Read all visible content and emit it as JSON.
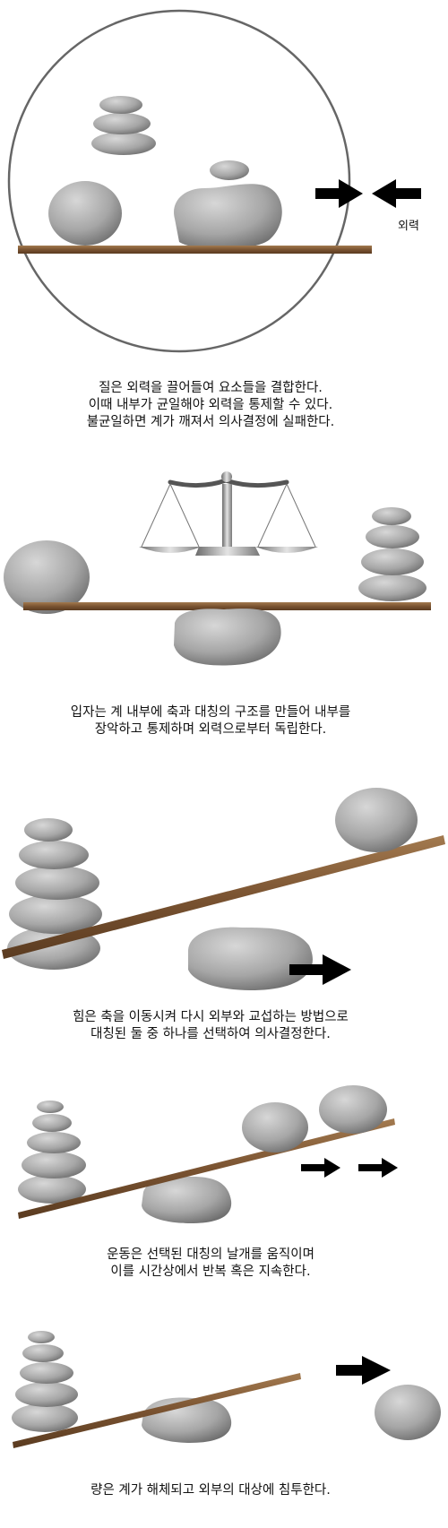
{
  "panels": [
    {
      "id": "mass",
      "external_force_label": "외력",
      "caption": [
        "질은 외력을 끌어들여 요소들을 결합한다.",
        "이때 내부가 균일해야 외력을 통제할 수 있다.",
        "불균일하면 계가 깨져서 의사결정에 실패한다."
      ]
    },
    {
      "id": "particle",
      "caption": [
        "입자는 계 내부에 축과 대칭의 구조를 만들어 내부를",
        "장악하고 통제하며 외력으로부터 독립한다."
      ]
    },
    {
      "id": "force",
      "caption": [
        "힘은 축을 이동시켜 다시 외부와 교섭하는 방법으로",
        "대칭된 둘 중 하나를 선택하여 의사결정한다."
      ]
    },
    {
      "id": "motion",
      "caption": [
        "운동은 선택된 대칭의 날개를 움직이며",
        "이를 시간상에서 반복 혹은 지속한다."
      ]
    },
    {
      "id": "quantity",
      "caption": [
        "량은 계가 해체되고 외부의 대상에 침투한다."
      ]
    }
  ]
}
